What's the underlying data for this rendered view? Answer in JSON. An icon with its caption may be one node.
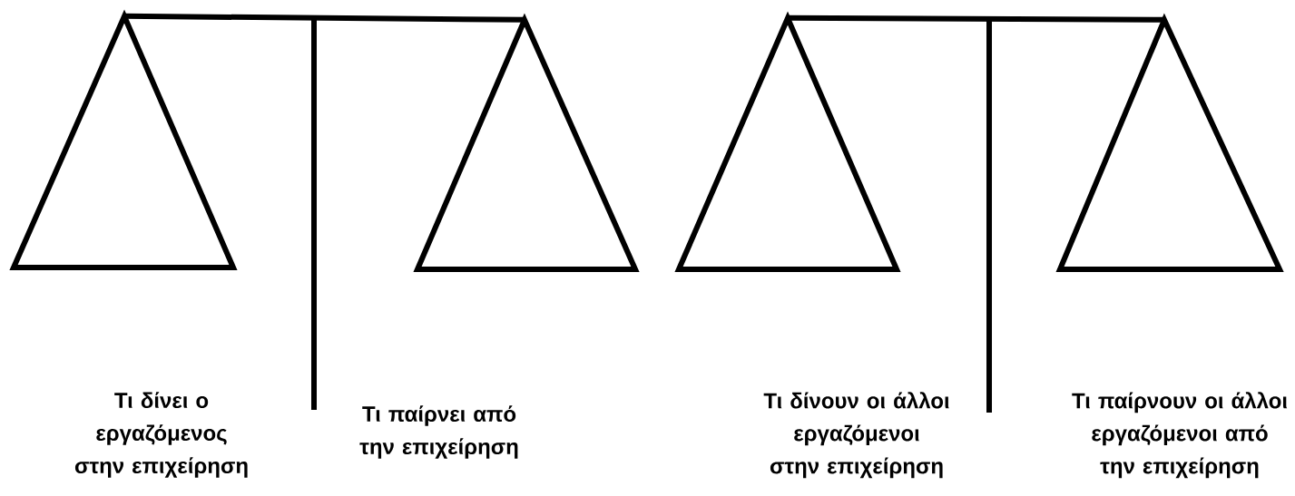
{
  "diagram": {
    "nodes": [
      {
        "text": [],
        "shape": "triangle"
      },
      {
        "text": [],
        "shape": "triangle"
      },
      {
        "text": [],
        "shape": "triangle"
      },
      {
        "text": [],
        "shape": "triangle"
      }
    ],
    "edges": [
      {
        "from": 0,
        "to": 1,
        "arrow": "none"
      },
      {
        "from": 2,
        "to": 3,
        "arrow": "none"
      }
    ],
    "labels": [
      "Τι δίνει ο εργαζόμενος στην επιχείρηση",
      "Τι παίρνει από την επιχείρηση",
      "Τι δίνουν οι άλλοι εργαζόμενοι στην επιχείρηση",
      "Τι παίρνουν οι άλλοι εργαζόμενοι από την επιχείρηση"
    ]
  }
}
